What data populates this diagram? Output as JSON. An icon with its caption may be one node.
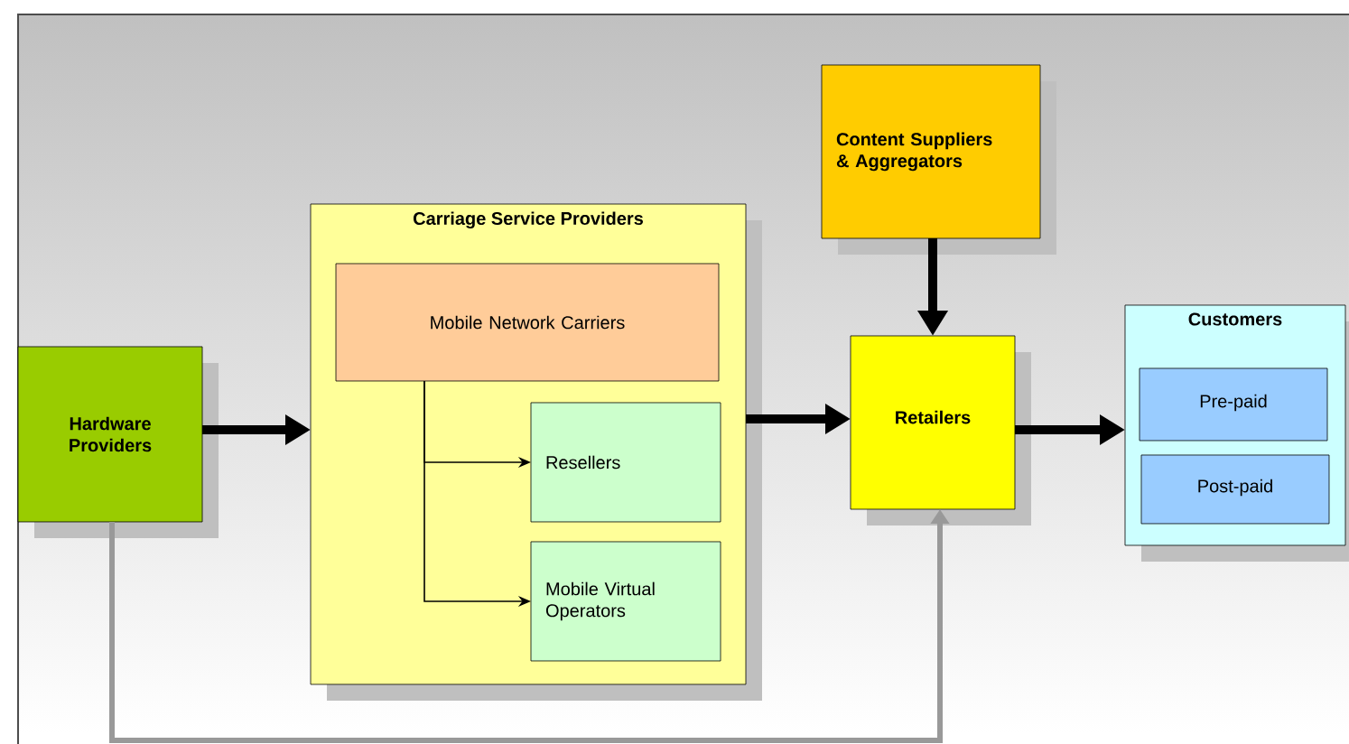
{
  "diagram": {
    "nodes": [
      {
        "text": [
          "Hardware Providers"
        ]
      },
      {
        "text": [
          "Carriage Service Providers"
        ]
      },
      {
        "text": [
          "Mobile Network Carriers"
        ],
        "in": 1
      },
      {
        "text": [
          "Resellers"
        ],
        "in": 1
      },
      {
        "text": [
          "Mobile Virtual Operators"
        ],
        "in": 1
      },
      {
        "text": [
          "Content Suppliers & Aggregators"
        ]
      },
      {
        "text": [
          "Retailers"
        ]
      },
      {
        "text": [
          "Customers"
        ]
      },
      {
        "text": [
          "Pre-paid"
        ],
        "in": 7
      },
      {
        "text": [
          "Post-paid"
        ],
        "in": 7
      }
    ],
    "edges": [
      {
        "from": 0,
        "to": 1,
        "arrow": "to"
      },
      {
        "from": 2,
        "to": 3,
        "arrow": "to"
      },
      {
        "from": 2,
        "to": 4,
        "arrow": "to"
      },
      {
        "from": 1,
        "to": 6,
        "arrow": "to"
      },
      {
        "from": 5,
        "to": 6,
        "arrow": "to"
      },
      {
        "from": 6,
        "to": 7,
        "arrow": "to"
      },
      {
        "from": 0,
        "to": 6,
        "arrow": "to",
        "color": "#999999"
      }
    ]
  }
}
